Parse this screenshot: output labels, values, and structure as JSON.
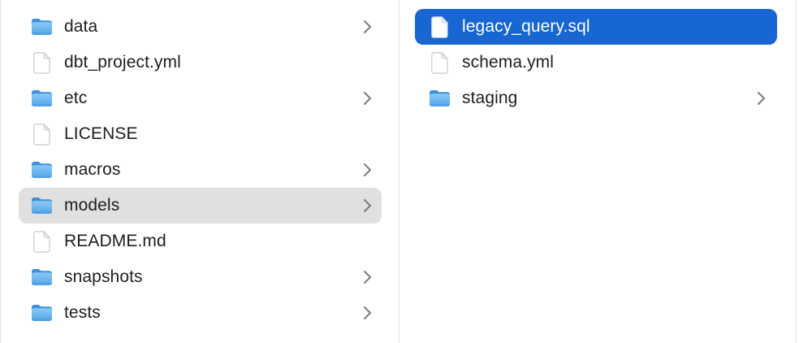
{
  "colors": {
    "background": "#ffffff",
    "border": "#e4e4e4",
    "text": "#1e1e1e",
    "selected_text": "#ffffff",
    "selection_blue": "#1766d2",
    "selection_gray": "#e0e0e0",
    "chevron": "#7a7a7a",
    "folder_blue": "#5fb0ec",
    "document_border": "#c8c8c8"
  },
  "file_browser": {
    "view": "column-view",
    "columns": [
      {
        "id": "left",
        "items": [
          {
            "label": "data",
            "kind": "folder",
            "has_chevron": true,
            "selected": "none"
          },
          {
            "label": "dbt_project.yml",
            "kind": "document",
            "has_chevron": false,
            "selected": "none"
          },
          {
            "label": "etc",
            "kind": "folder",
            "has_chevron": true,
            "selected": "none"
          },
          {
            "label": "LICENSE",
            "kind": "document",
            "has_chevron": false,
            "selected": "none"
          },
          {
            "label": "macros",
            "kind": "folder",
            "has_chevron": true,
            "selected": "none"
          },
          {
            "label": "models",
            "kind": "folder",
            "has_chevron": true,
            "selected": "secondary"
          },
          {
            "label": "README.md",
            "kind": "document",
            "has_chevron": false,
            "selected": "none"
          },
          {
            "label": "snapshots",
            "kind": "folder",
            "has_chevron": true,
            "selected": "none"
          },
          {
            "label": "tests",
            "kind": "folder",
            "has_chevron": true,
            "selected": "none"
          }
        ]
      },
      {
        "id": "right",
        "items": [
          {
            "label": "legacy_query.sql",
            "kind": "document",
            "has_chevron": false,
            "selected": "primary"
          },
          {
            "label": "schema.yml",
            "kind": "document",
            "has_chevron": false,
            "selected": "none"
          },
          {
            "label": "staging",
            "kind": "folder",
            "has_chevron": true,
            "selected": "none"
          }
        ]
      }
    ]
  }
}
